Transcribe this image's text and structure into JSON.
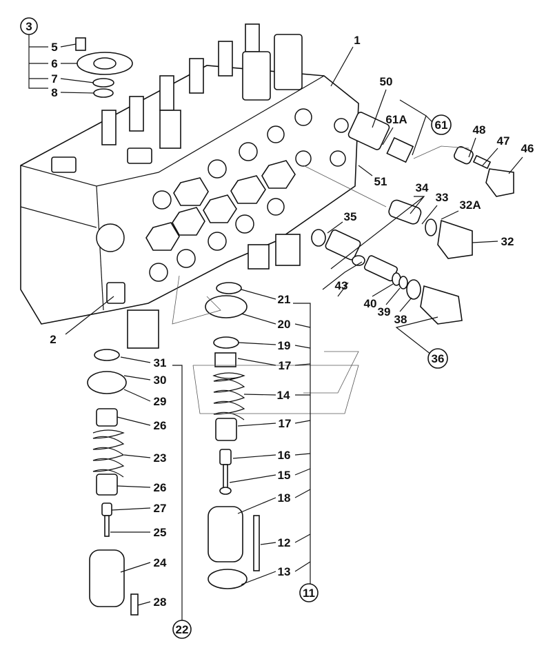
{
  "diagram": {
    "title": "Control valve exploded parts view",
    "callouts": {
      "c3": "3",
      "c61": "61",
      "c36": "36",
      "c11": "11",
      "c22": "22"
    },
    "labels": {
      "l1": "1",
      "l2": "2",
      "l5": "5",
      "l6": "6",
      "l7": "7",
      "l8": "8",
      "l50": "50",
      "l61A": "61A",
      "l48": "48",
      "l47": "47",
      "l46": "46",
      "l51": "51",
      "l34": "34",
      "l33": "33",
      "l32A": "32A",
      "l35": "35",
      "l32": "32",
      "l43": "43",
      "l40": "40",
      "l39": "39",
      "l38": "38",
      "l21": "21",
      "l20": "20",
      "l19": "19",
      "l17a": "17",
      "l14": "14",
      "l17b": "17",
      "l16": "16",
      "l15": "15",
      "l18": "18",
      "l12": "12",
      "l13": "13",
      "l31": "31",
      "l30": "30",
      "l29": "29",
      "l26a": "26",
      "l23": "23",
      "l26b": "26",
      "l27": "27",
      "l25": "25",
      "l24": "24",
      "l28": "28"
    }
  }
}
